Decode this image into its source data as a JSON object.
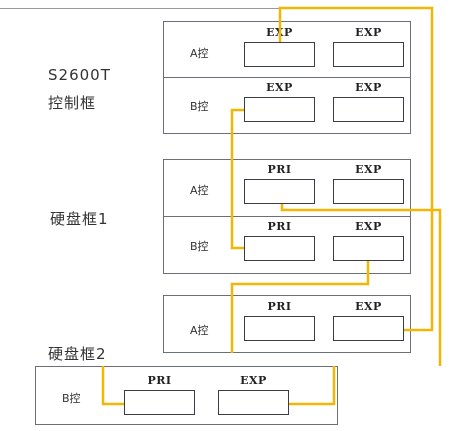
{
  "labels": {
    "s2600t_model": "S2600T",
    "controller_frame": "控制框",
    "disk_frame_1": "硬盘框1",
    "disk_frame_2": "硬盘框2"
  },
  "controller_frame": {
    "a": {
      "label": "A控",
      "port_left": "EXP",
      "port_right": "EXP"
    },
    "b": {
      "label": "B控",
      "port_left": "EXP",
      "port_right": "EXP"
    }
  },
  "disk_frame_1": {
    "a": {
      "label": "A控",
      "port_left": "PRI",
      "port_right": "EXP"
    },
    "b": {
      "label": "B控",
      "port_left": "PRI",
      "port_right": "EXP"
    }
  },
  "disk_frame_2": {
    "a": {
      "label": "A控",
      "port_left": "PRI",
      "port_right": "EXP"
    },
    "b": {
      "label": "B控",
      "port_left": "PRI",
      "port_right": "EXP"
    }
  },
  "colors": {
    "cable": "#f2b705",
    "frame_border": "#6b6f78",
    "port_border": "#3a3d44"
  }
}
